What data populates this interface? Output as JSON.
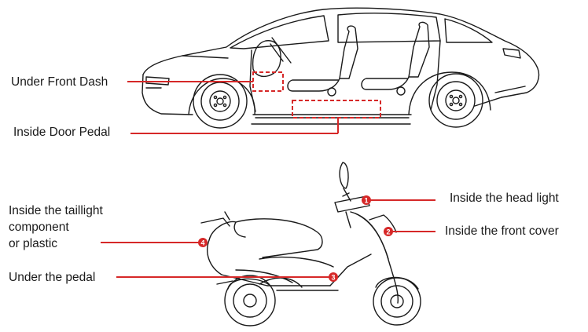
{
  "car": {
    "labels": {
      "under_front_dash": "Under Front Dash",
      "inside_door_pedal": "Inside Door Pedal"
    }
  },
  "scooter": {
    "labels": {
      "inside_head_light": "Inside the head light",
      "inside_front_cover": "Inside the front cover",
      "taillight_line1": "Inside the taillight",
      "taillight_line2": "component",
      "taillight_line3": "or plastic",
      "under_pedal": "Under the pedal"
    },
    "markers": [
      "1",
      "2",
      "3",
      "4"
    ]
  },
  "colors": {
    "accent": "#d62828",
    "line_art": "#1a1a1a",
    "text": "#1a1a1a",
    "background": "#ffffff"
  }
}
